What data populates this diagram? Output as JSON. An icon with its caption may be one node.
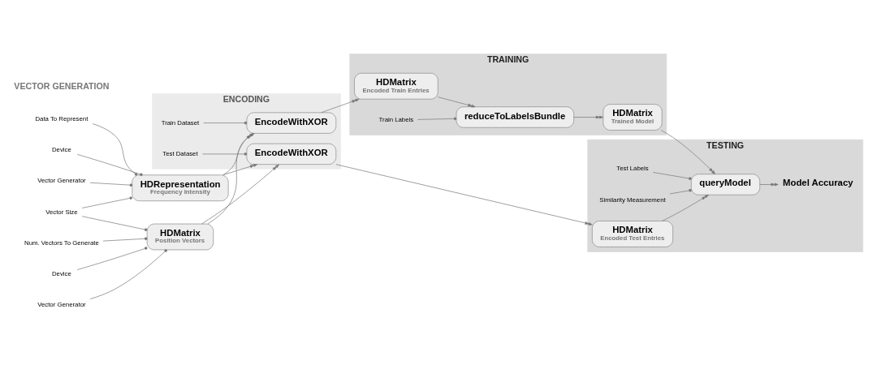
{
  "diagram": {
    "nodes": [
      {
        "text": [
          "ENCODING"
        ]
      },
      {
        "text": [
          "TRAINING"
        ]
      },
      {
        "text": [
          "TESTING"
        ]
      },
      {
        "text": [
          "HDRepresentation",
          "Frequency Intensity"
        ]
      },
      {
        "text": [
          "HDMatrix",
          "Position Vectors"
        ]
      },
      {
        "text": [
          "EncodeWithXOR"
        ],
        "in": 0
      },
      {
        "text": [
          "EncodeWithXOR"
        ],
        "in": 0
      },
      {
        "text": [
          "HDMatrix",
          "Encoded Train Entries"
        ],
        "in": 1
      },
      {
        "text": [
          "reduceToLabelsBundle"
        ],
        "in": 1
      },
      {
        "text": [
          "HDMatrix",
          "Trained Model"
        ],
        "in": 1
      },
      {
        "text": [
          "HDMatrix",
          "Encoded Test Entries"
        ],
        "in": 2
      },
      {
        "text": [
          "queryModel"
        ],
        "in": 2
      },
      {
        "text": [
          "Model Accuracy"
        ],
        "in": 2
      },
      {
        "text": [
          "Device"
        ]
      },
      {
        "text": [
          "Vector Generator"
        ]
      },
      {
        "text": [
          "Data To Represent"
        ]
      },
      {
        "text": [
          "Vector Size"
        ]
      },
      {
        "text": [
          "Device"
        ]
      },
      {
        "text": [
          "Vector Generator"
        ]
      },
      {
        "text": [
          "Num. Vectors To Generate"
        ]
      },
      {
        "text": [
          "Train Dataset"
        ],
        "in": 0
      },
      {
        "text": [
          "Test Dataset"
        ],
        "in": 0
      },
      {
        "text": [
          "Train Labels"
        ],
        "in": 1
      },
      {
        "text": [
          "Test Labels"
        ],
        "in": 2
      },
      {
        "text": [
          "Similarity Measurement"
        ],
        "in": 2
      }
    ],
    "edges": [
      {
        "from": 13,
        "to": 3,
        "arrow": "other"
      },
      {
        "from": 14,
        "to": 3,
        "arrow": "other"
      },
      {
        "from": 15,
        "to": 3,
        "arrow": "other"
      },
      {
        "from": 16,
        "to": 3,
        "arrow": "other"
      },
      {
        "from": 16,
        "to": 4,
        "arrow": "other"
      },
      {
        "from": 17,
        "to": 4,
        "arrow": "other"
      },
      {
        "from": 18,
        "to": 4,
        "arrow": "other"
      },
      {
        "from": 19,
        "to": 4,
        "arrow": "other"
      },
      {
        "from": 20,
        "to": 5,
        "arrow": "other"
      },
      {
        "from": 21,
        "to": 6,
        "arrow": "other"
      },
      {
        "from": 22,
        "to": 8,
        "arrow": "other"
      },
      {
        "from": 23,
        "to": 11,
        "arrow": "other"
      },
      {
        "from": 24,
        "to": 11,
        "arrow": "other"
      },
      {
        "from": 3,
        "to": 5,
        "arrow": "to"
      },
      {
        "from": 3,
        "to": 6,
        "arrow": "to"
      },
      {
        "from": 4,
        "to": 5,
        "arrow": "to"
      },
      {
        "from": 4,
        "to": 6,
        "arrow": "to"
      },
      {
        "from": 5,
        "to": 7,
        "arrow": "to"
      },
      {
        "from": 7,
        "to": 8,
        "arrow": "to"
      },
      {
        "from": 8,
        "to": 9,
        "arrow": "to"
      },
      {
        "from": 9,
        "to": 11,
        "arrow": "to"
      },
      {
        "from": 6,
        "to": 10,
        "arrow": "to"
      },
      {
        "from": 10,
        "to": 11,
        "arrow": "to"
      },
      {
        "from": 11,
        "to": 12,
        "arrow": "to"
      }
    ],
    "labels": [
      "VECTOR GENERATION"
    ]
  }
}
